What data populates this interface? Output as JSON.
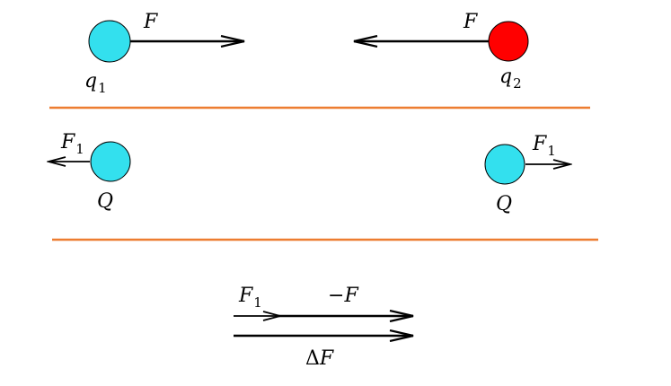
{
  "colors": {
    "charge_q1": "#33e0ee",
    "charge_q2": "#ff0000",
    "charge_Q": "#33e0ee",
    "divider": "#ed7d31",
    "stroke": "#000000"
  },
  "top_row": {
    "q1": {
      "symbol": "q",
      "index": "1"
    },
    "q2": {
      "symbol": "q",
      "index": "2"
    },
    "force_q1": {
      "symbol": "F"
    },
    "force_q2": {
      "symbol": "F"
    }
  },
  "middle_row": {
    "left_charge": {
      "symbol": "Q"
    },
    "right_charge": {
      "symbol": "Q"
    },
    "force_left": {
      "symbol": "F",
      "index": "1"
    },
    "force_right": {
      "symbol": "F",
      "index": "1"
    }
  },
  "bottom_row": {
    "force_f1": {
      "symbol": "F",
      "index": "1"
    },
    "force_minus_f": {
      "minus": "−",
      "symbol": "F"
    },
    "force_delta": {
      "delta": "Δ",
      "symbol": "F"
    }
  }
}
